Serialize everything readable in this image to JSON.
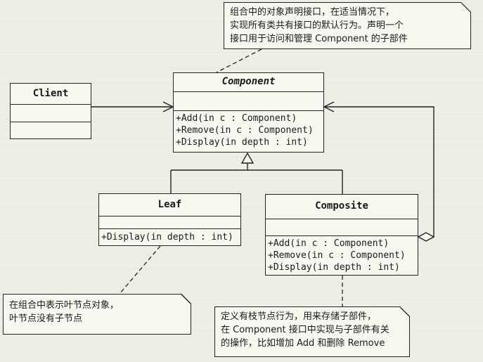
{
  "classes": {
    "client": {
      "name": "Client"
    },
    "component": {
      "name": "Component",
      "operations": [
        "+Add(in c : Component)",
        "+Remove(in c : Component)",
        "+Display(in depth : int)"
      ]
    },
    "leaf": {
      "name": "Leaf",
      "operations": [
        "+Display(in depth : int)"
      ]
    },
    "composite": {
      "name": "Composite",
      "operations": [
        "+Add(in c : Component)",
        "+Remove(in c : Component)",
        "+Display(in depth : int)"
      ]
    }
  },
  "notes": {
    "component_note": [
      "组合中的对象声明接口，在适当情况下，",
      "实现所有类共有接口的默认行为。声明一个",
      "接口用于访问和管理 Component 的子部件"
    ],
    "leaf_note": [
      "在组合中表示叶节点对象，",
      "叶节点没有子节点"
    ],
    "composite_note": [
      "定义有枝节点行为，用来存储子部件，",
      "在 Component 接口中实现与子部件有关",
      "的操作，比如增加 Add 和删除 Remove"
    ]
  }
}
